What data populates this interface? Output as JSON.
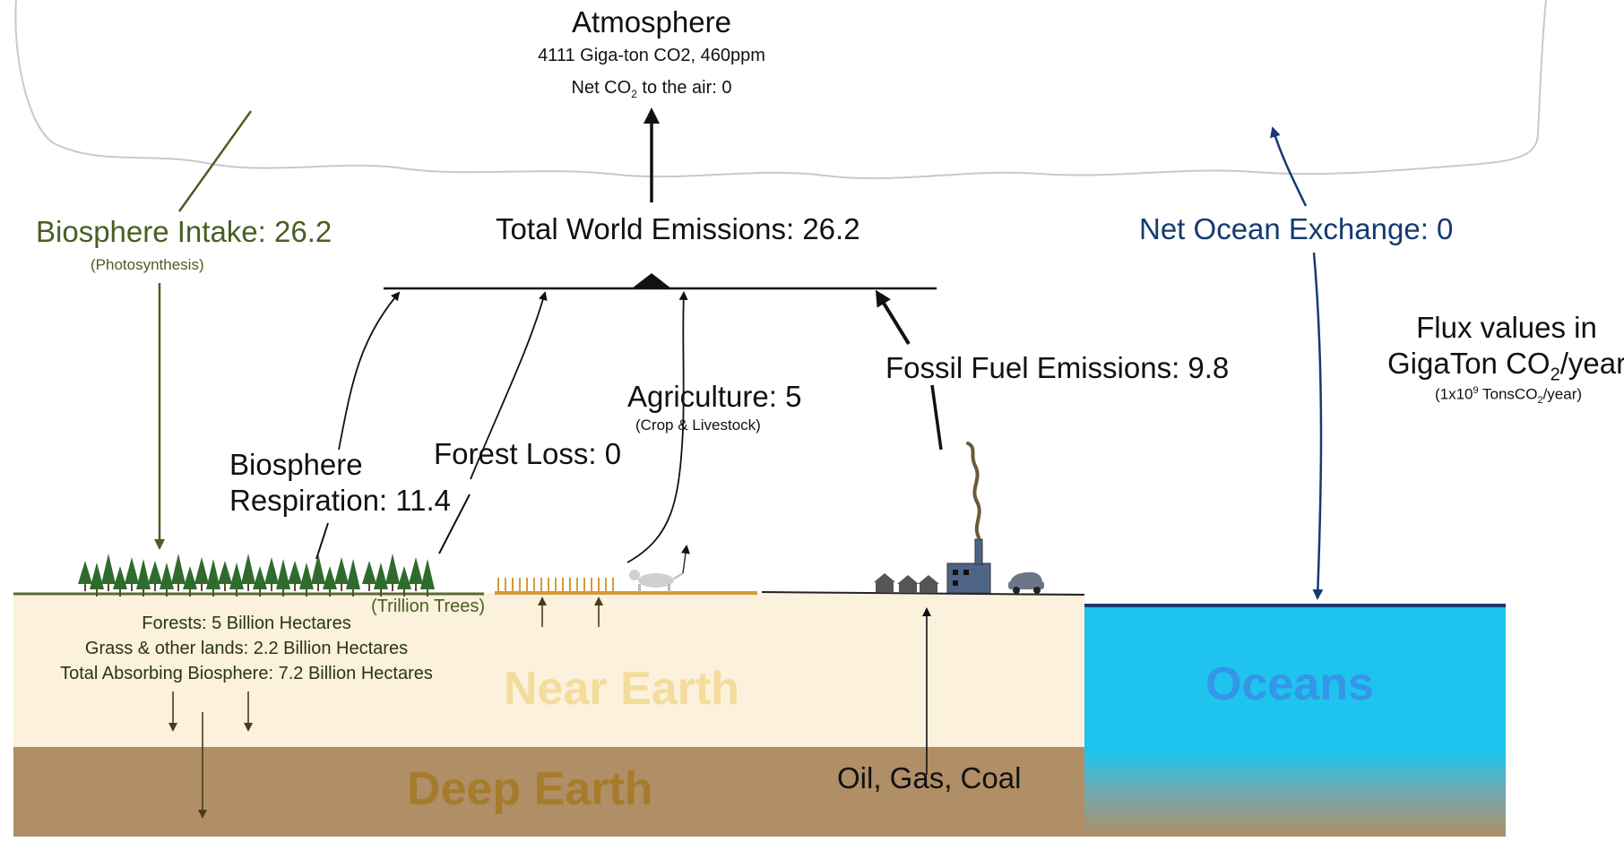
{
  "colors": {
    "biosphere_green": "#4a5e22",
    "ocean_navy": "#163a72",
    "ocean_cyan": "#1fc4ee",
    "near_earth": "#fbf1dc",
    "near_earth_text": "#f4dc9b",
    "deep_earth": "#b08e66",
    "deep_earth_text": "#a67c2a",
    "oceans_text": "#3a8de8",
    "cloud_outline": "#c9c9c9"
  },
  "atmosphere": {
    "title": "Atmosphere",
    "amount": "4111 Giga-ton CO2,  460ppm",
    "net_prefix": "Net CO",
    "net_sub": "2",
    "net_suffix": " to the air:  0"
  },
  "total_emissions": {
    "label": "Total World Emissions:  26.2"
  },
  "biosphere_intake": {
    "label": "Biosphere Intake: 26.2",
    "note": "(Photosynthesis)"
  },
  "ocean_exchange": {
    "label": "Net Ocean Exchange:  0"
  },
  "flux_units": {
    "line1": "Flux values in",
    "line2_prefix": "GigaTon CO",
    "line2_sub": "2",
    "line2_suffix": "/year",
    "line3_prefix": "(1x10",
    "line3_sup": "9",
    "line3_mid": " TonsCO",
    "line3_sub": "2",
    "line3_suffix": "/year)"
  },
  "respiration": {
    "line1": "Biosphere",
    "line2": "Respiration: 11.4"
  },
  "forest_loss": {
    "label": "Forest Loss: 0"
  },
  "agriculture": {
    "label": "Agriculture:  5",
    "note": "(Crop & Livestock)"
  },
  "fossil": {
    "label": "Fossil Fuel Emissions: 9.8"
  },
  "trillion_trees": {
    "label": "(Trillion Trees)"
  },
  "land": {
    "forests": "Forests: 5 Billion Hectares",
    "grass": "Grass & other lands: 2.2 Billion Hectares",
    "total": "Total Absorbing Biosphere: 7.2 Billion Hectares"
  },
  "zones": {
    "near_earth": "Near Earth",
    "deep_earth": "Deep Earth",
    "oceans": "Oceans"
  },
  "fossil_source": {
    "label": "Oil, Gas, Coal"
  }
}
